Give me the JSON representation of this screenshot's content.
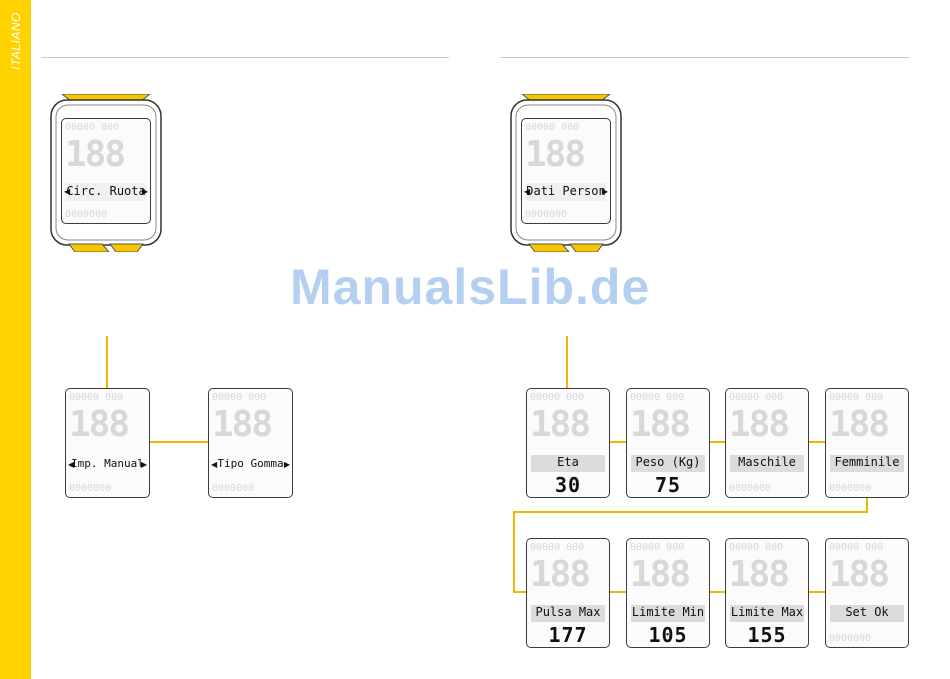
{
  "sidebar": {
    "language": "ITALIANO"
  },
  "watermark": "ManualsLib.de",
  "left": {
    "main_device": {
      "label": "Circ. Ruota"
    },
    "options": [
      {
        "label": "Imp. Manual"
      },
      {
        "label": "Tipo Gomma"
      }
    ]
  },
  "right": {
    "main_device": {
      "label": "Dati Person"
    },
    "row1": [
      {
        "label": "Eta",
        "value": "30"
      },
      {
        "label": "Peso (Kg)",
        "value": "75"
      },
      {
        "label": "Maschile"
      },
      {
        "label": "Femminile"
      }
    ],
    "row2": [
      {
        "label": "Pulsa Max",
        "value": "177"
      },
      {
        "label": "Limite Min",
        "value": "105"
      },
      {
        "label": "Limite Max",
        "value": "155"
      },
      {
        "label": "Set Ok"
      }
    ]
  },
  "segments": {
    "top": "00000 000",
    "big": "188",
    "bottom": "0000000"
  },
  "colors": {
    "accent": "#ffd200",
    "connector": "#f2b800",
    "watermark": "#5a96e0"
  },
  "icons": {
    "left": "triangle-left",
    "right": "triangle-right"
  }
}
